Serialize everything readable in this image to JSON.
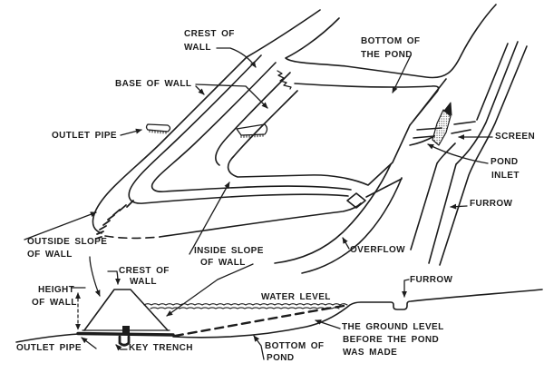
{
  "figure": {
    "background_color": "#ffffff",
    "ink_color": "#1c1c1c",
    "description": "Cutaway diagram of a farm pond: perspective view of the pond wall, inlet furrow, screen and overflow, with a cross-section of the wall below"
  },
  "perspective_view": {
    "labels": {
      "crest_of_wall": {
        "l1": "CREST OF",
        "l2": "WALL"
      },
      "base_of_wall": "BASE OF WALL",
      "outlet_pipe": "OUTLET PIPE",
      "bottom_of_the_pond": {
        "l1": "BOTTOM OF",
        "l2": "THE POND"
      },
      "screen": "SCREEN",
      "pond_inlet": {
        "l1": "POND",
        "l2": "INLET"
      },
      "furrow": "FURROW",
      "overflow": "OVERFLOW",
      "outside_slope_of_wall": {
        "l1": "OUTSIDE SLOPE",
        "l2": "OF WALL"
      },
      "inside_slope_of_wall": {
        "l1": "INSIDE SLOPE",
        "l2": "OF WALL"
      }
    }
  },
  "cross_section": {
    "labels": {
      "crest_of_wall": {
        "l1": "CREST OF",
        "l2": "WALL"
      },
      "height_of_wall": {
        "l1": "HEIGHT",
        "l2": "OF WALL"
      },
      "water_level": "WATER LEVEL",
      "furrow": "FURROW",
      "outlet_pipe": "OUTLET PIPE",
      "key_trench": "KEY TRENCH",
      "bottom_of_pond": {
        "l1": "BOTTOM OF",
        "l2": "POND"
      },
      "ground_level_note": {
        "l1": "THE GROUND LEVEL",
        "l2": "BEFORE THE POND",
        "l3": "WAS MADE"
      }
    }
  }
}
